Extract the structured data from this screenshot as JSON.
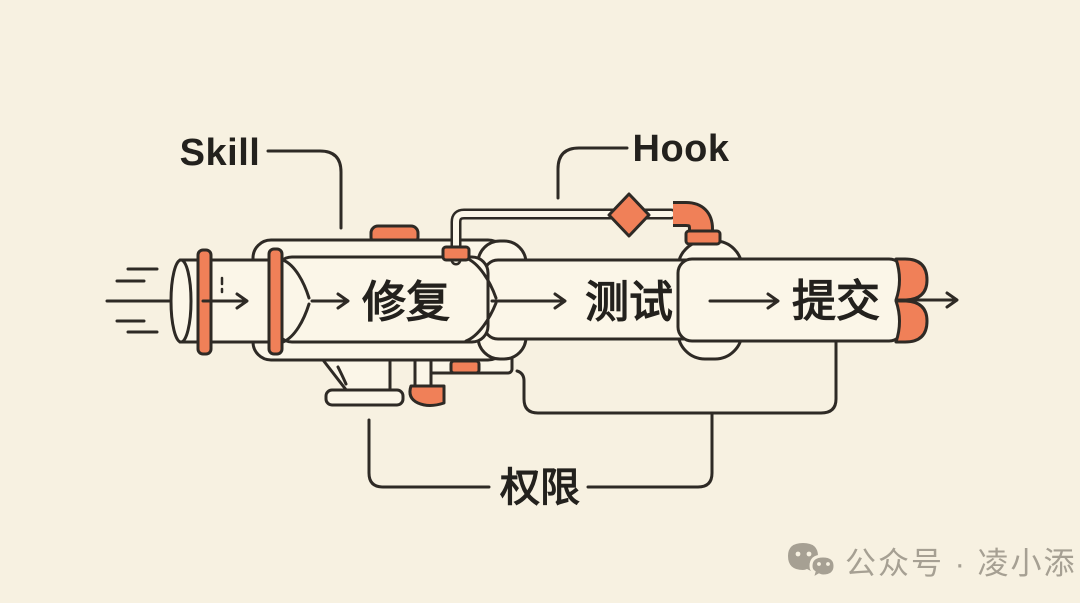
{
  "illustration": {
    "description": "hand-drawn pipeline diagram",
    "colors": {
      "background": "#f7f1e1",
      "ink": "#2e2a25",
      "pipe_fill": "#fbf6e8",
      "accent_orange": "#f08058",
      "watermark_gray": "#a6a093"
    },
    "callouts": {
      "skill": "Skill",
      "hook": "Hook"
    },
    "stages": [
      {
        "label": "修复"
      },
      {
        "label": "测试"
      },
      {
        "label": "提交"
      }
    ],
    "bottom_bracket": {
      "label": "权限"
    }
  },
  "watermark": {
    "icon": "wechat-icon",
    "text": "公众号 · 凌小添"
  }
}
